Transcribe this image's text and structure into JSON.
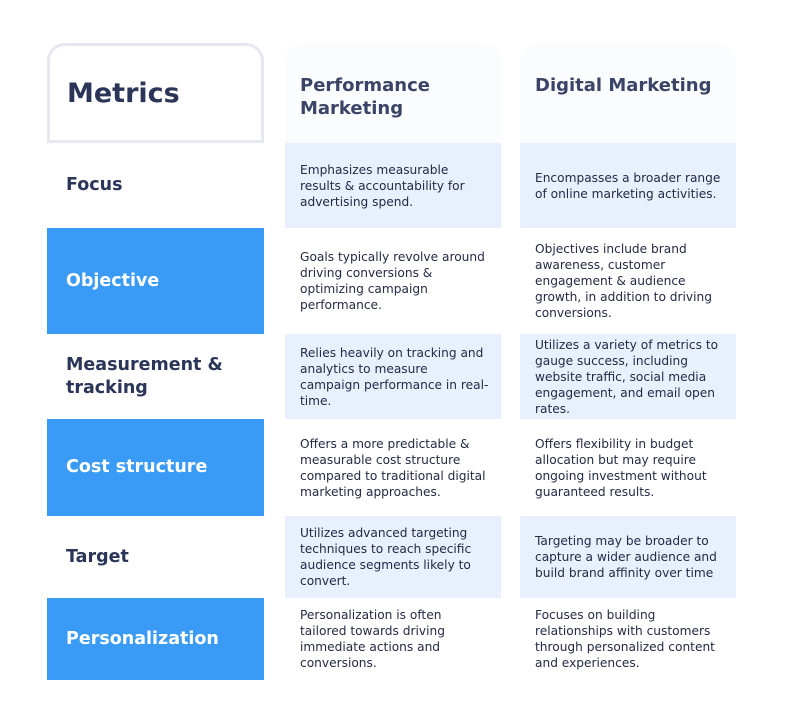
{
  "header": {
    "metrics_label": "Metrics",
    "col_performance": "Performance Marketing",
    "col_digital": "Digital Marketing"
  },
  "rows": [
    {
      "label": "Focus",
      "performance": "Emphasizes measurable results & accountability for advertising spend.",
      "digital": "Encompasses a broader range of online marketing activities."
    },
    {
      "label": "Objective",
      "performance": "Goals typically revolve around driving conversions & optimizing campaign performance.",
      "digital": "Objectives include brand awareness, customer engagement & audience growth, in addition to driving conversions."
    },
    {
      "label": "Measurement & tracking",
      "performance": "Relies heavily on tracking and analytics to measure campaign performance in real-time.",
      "digital": "Utilizes a variety of metrics to gauge success, including website traffic, social media engagement, and email open rates."
    },
    {
      "label": "Cost structure",
      "performance": "Offers a more predictable & measurable cost structure compared to traditional digital marketing approaches.",
      "digital": "Offers flexibility in budget allocation but may require ongoing investment without guaranteed results."
    },
    {
      "label": "Target",
      "performance": "Utilizes advanced targeting techniques to reach specific audience segments likely to convert.",
      "digital": "Targeting may be broader to capture a wider audience and build brand affinity over time"
    },
    {
      "label": "Personalization",
      "performance": "Personalization is often tailored towards driving immediate actions and conversions.",
      "digital": "Focuses on building relationships with customers through personalized content and experiences."
    }
  ],
  "colors": {
    "label_highlight": "#3a9bf7",
    "cell_shade": "#e7f0fc",
    "text_dark": "#2b3558"
  }
}
